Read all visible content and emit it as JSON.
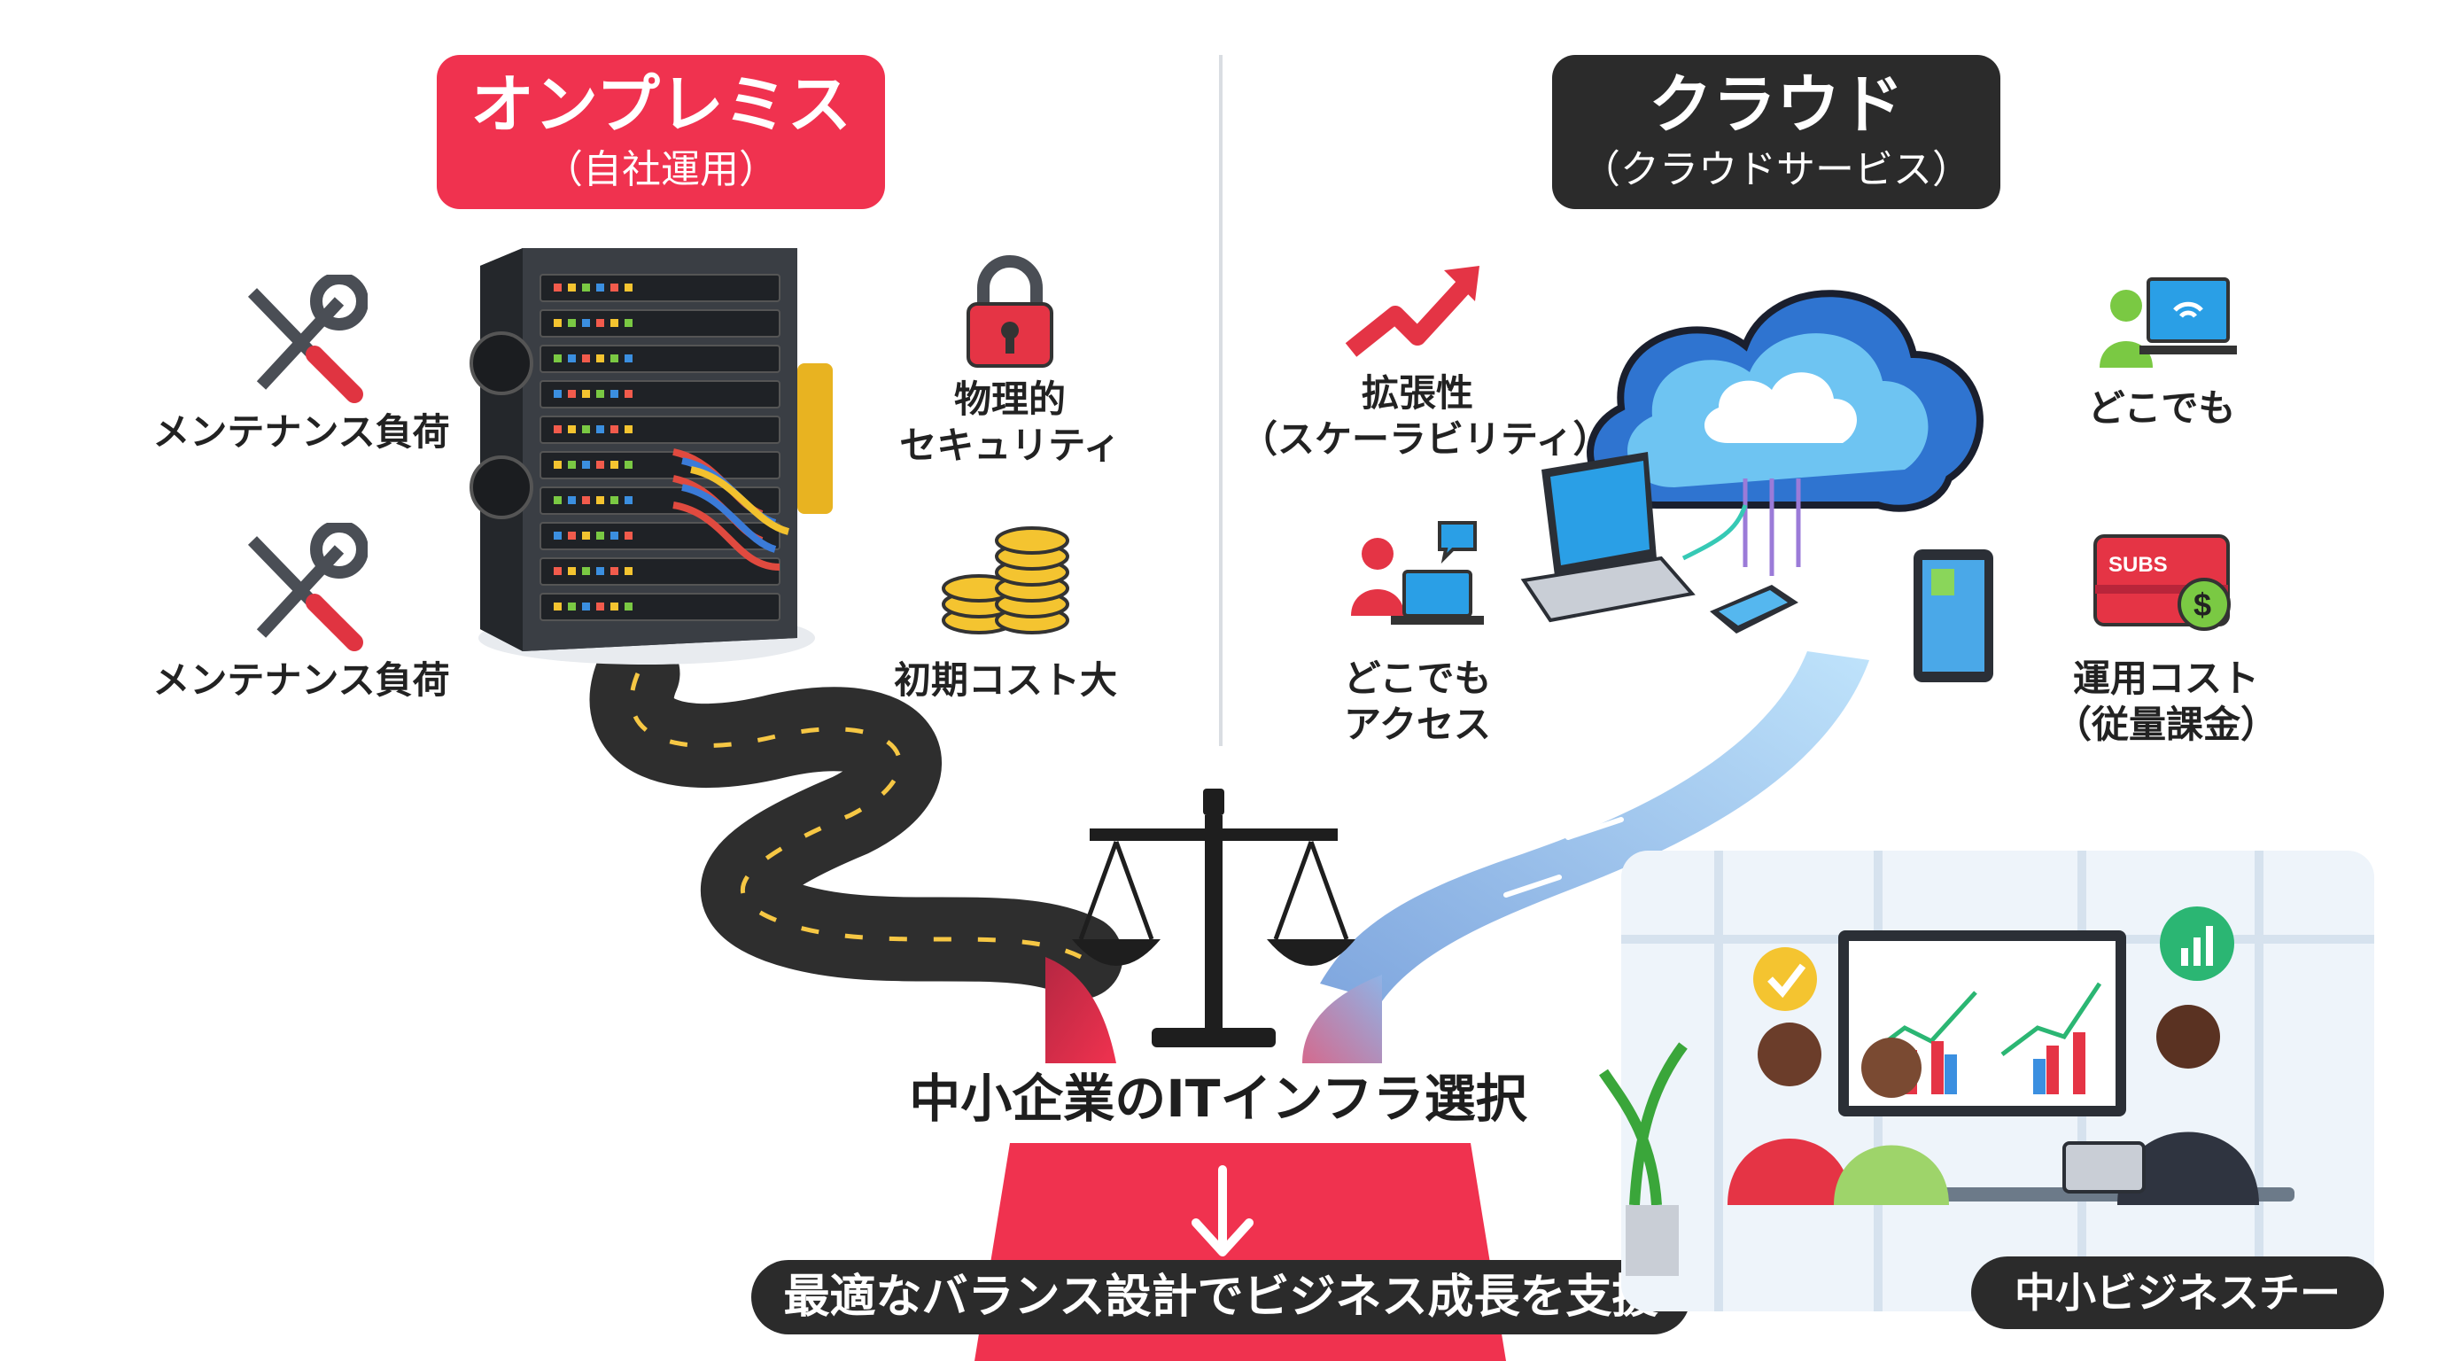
{
  "left": {
    "title": "オンプレミス",
    "subtitle": "（自社運用）",
    "color": "#f0324f",
    "items": [
      {
        "icon": "wrench-screwdriver-icon",
        "label": "メンテナンス負荷"
      },
      {
        "icon": "wrench-screwdriver-icon",
        "label": "メンテナンス負荷"
      },
      {
        "icon": "padlock-icon",
        "label_lines": [
          "物理的",
          "セキュリティ"
        ]
      },
      {
        "icon": "coins-icon",
        "label": "初期コスト大"
      }
    ]
  },
  "right": {
    "title": "クラウド",
    "subtitle": "（クラウドサービス）",
    "color": "#2b2b2b",
    "items": [
      {
        "icon": "trend-arrow-icon",
        "label_lines": [
          "拡張性",
          "（スケーラビリティ）"
        ]
      },
      {
        "icon": "person-laptop-chat-icon",
        "label_lines": [
          "どこでも",
          "アクセス"
        ]
      },
      {
        "icon": "person-wifi-icon",
        "label": "どこでも"
      },
      {
        "icon": "subscription-card-icon",
        "label_lines": [
          "運用コスト",
          "（従量課金）"
        ],
        "card_text": "SUBS",
        "coin_text": "$"
      }
    ]
  },
  "center": {
    "heading": "中小企業のITインフラ選択",
    "conclusion": "最適なバランス設計でビジネス成長を支援",
    "icon": "balance-scale-icon"
  },
  "team_caption": "中小ビジネスチー",
  "colors": {
    "accent_red": "#f0324f",
    "dark": "#2b2b2b",
    "cloud_blue": "#3b8fe0",
    "road": "#2e2e2e"
  }
}
